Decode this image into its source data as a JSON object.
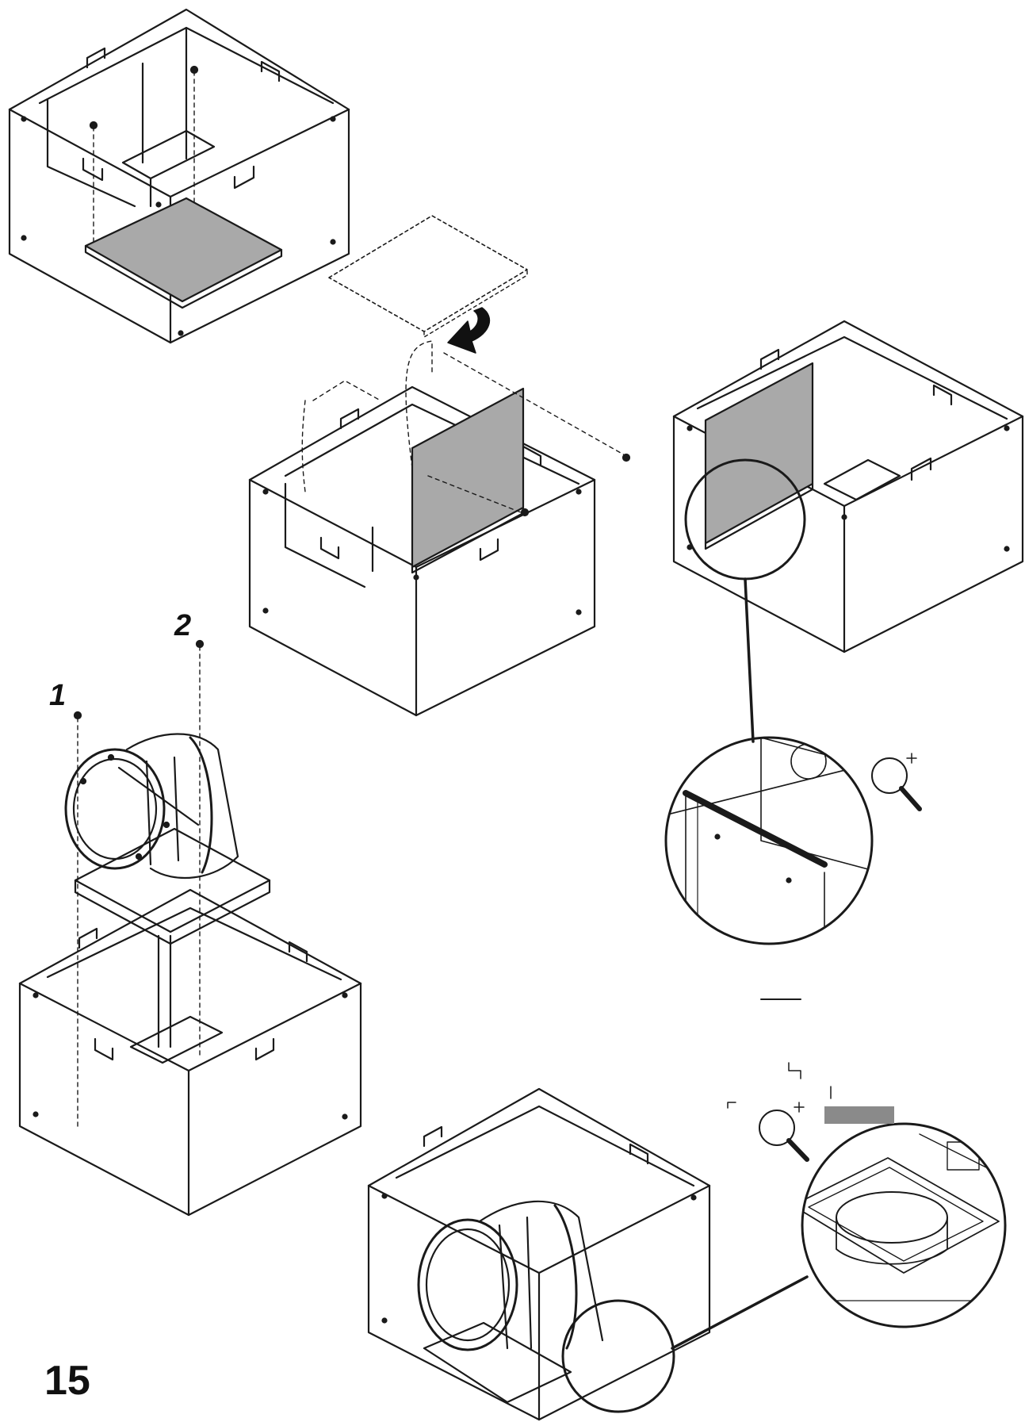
{
  "page": {
    "number": "15"
  },
  "callouts": {
    "screw_1": "1",
    "screw_2": "2"
  },
  "icons": [
    "magnifier-plus-icon",
    "arrow-down-icon"
  ],
  "colors": {
    "line": "#1a1a1a",
    "panel_fill": "#a9a9a9",
    "background": "#ffffff"
  }
}
